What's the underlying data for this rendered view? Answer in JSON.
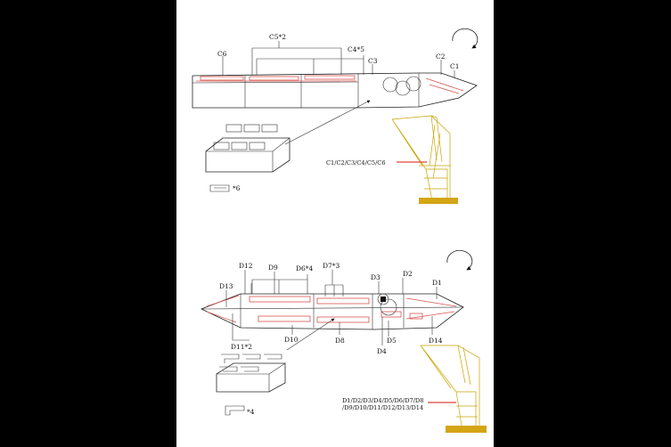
{
  "top_section": {
    "label_c6": "C6",
    "label_c5": "C5*2",
    "label_c4": "C4*5",
    "label_c3": "C3",
    "label_c2": "C2",
    "label_c1": "C1",
    "crane_legend": "C1/C2/C3/C4/C5/C6",
    "bracket_count": "*6"
  },
  "bottom_section": {
    "label_d12": "D12",
    "label_d9": "D9",
    "label_d6": "D6*4",
    "label_d7": "D7*3",
    "label_d3": "D3",
    "label_d2": "D2",
    "label_d1": "D1",
    "label_d13": "D13",
    "label_d11": "D11*2",
    "label_d10": "D10",
    "label_d8": "D8",
    "label_d5": "D5",
    "label_d4": "D4",
    "label_d14": "D14",
    "crane_legend_line1": "D1/D2/D3/D4/D5/D6/D7/D8",
    "crane_legend_line2": "/D9/D10/D11/D12/D13/D14",
    "bracket_count": "*4"
  },
  "icons": {
    "rotation_top": "rotate-clockwise-icon",
    "rotation_bottom": "rotate-clockwise-icon"
  },
  "colors": {
    "highlight": "#e0443e",
    "crane": "#d4a514"
  }
}
